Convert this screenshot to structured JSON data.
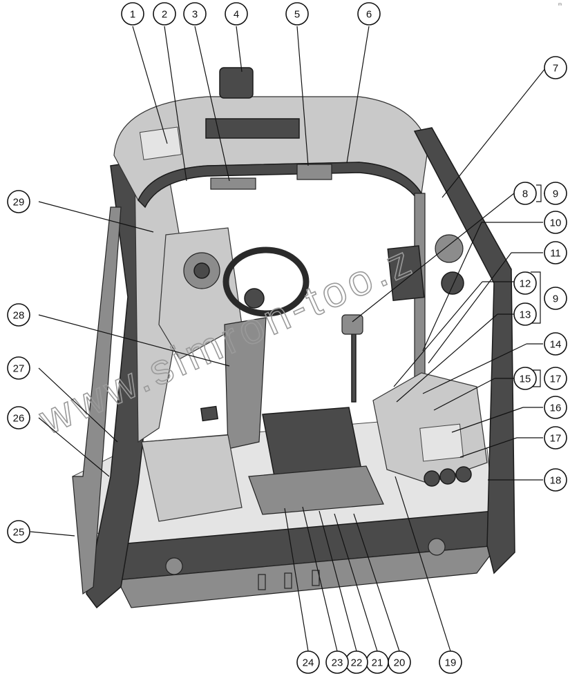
{
  "watermark": "www.simron-too.z",
  "corner_mark": "m",
  "callouts": [
    {
      "label": "1"
    },
    {
      "label": "2"
    },
    {
      "label": "3"
    },
    {
      "label": "4"
    },
    {
      "label": "5"
    },
    {
      "label": "6"
    },
    {
      "label": "7"
    },
    {
      "label": "8"
    },
    {
      "label": "9"
    },
    {
      "label": "10"
    },
    {
      "label": "11"
    },
    {
      "label": "12"
    },
    {
      "label": "9"
    },
    {
      "label": "13"
    },
    {
      "label": "14"
    },
    {
      "label": "15"
    },
    {
      "label": "17"
    },
    {
      "label": "16"
    },
    {
      "label": "17"
    },
    {
      "label": "18"
    },
    {
      "label": "19"
    },
    {
      "label": "20"
    },
    {
      "label": "21"
    },
    {
      "label": "22"
    },
    {
      "label": "23"
    },
    {
      "label": "24"
    },
    {
      "label": "25"
    },
    {
      "label": "26"
    },
    {
      "label": "27"
    },
    {
      "label": "28"
    },
    {
      "label": "29"
    }
  ]
}
